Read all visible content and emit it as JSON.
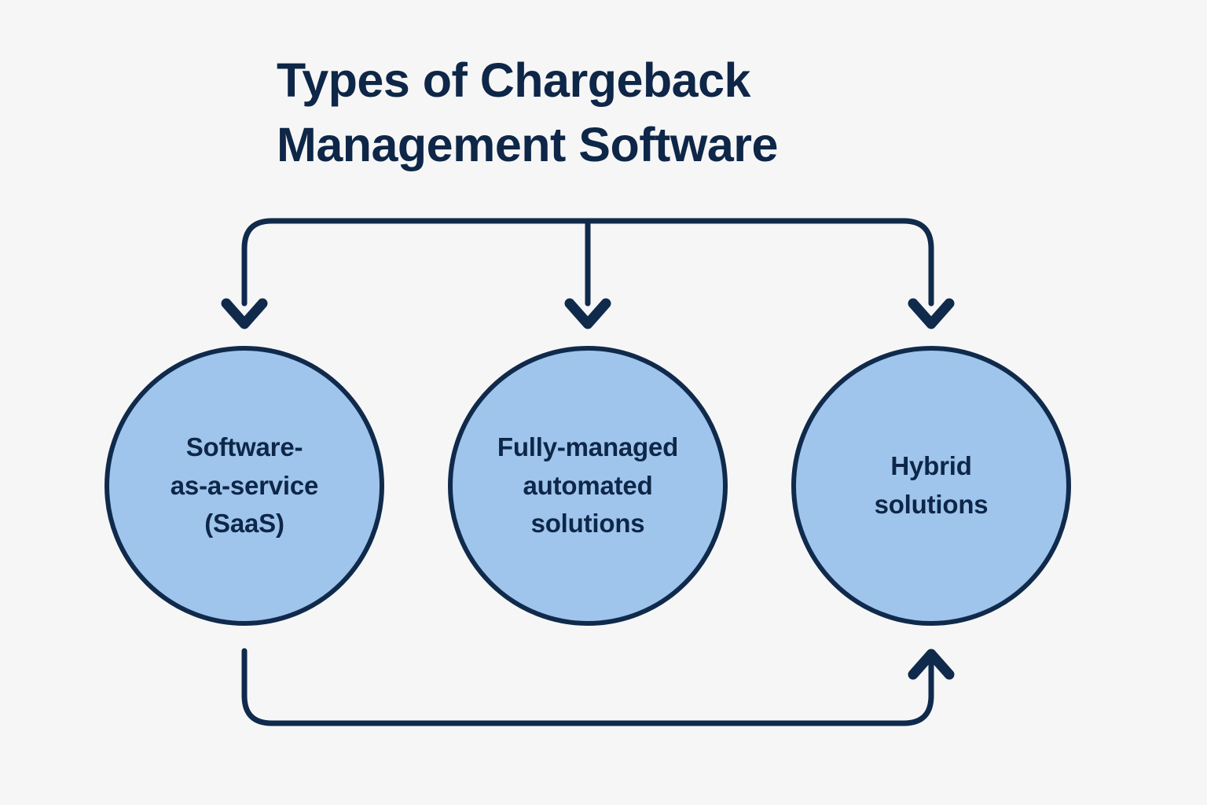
{
  "diagram": {
    "title": "Types of Chargeback\nManagement Software",
    "background_color": "#f6f6f6",
    "accent_color": "#0e2647",
    "node_fill_color": "#9fc5ec",
    "node_stroke_color": "#102a4c",
    "nodes": [
      {
        "id": "saas",
        "label": "Software-\nas-a-service\n(SaaS)"
      },
      {
        "id": "fully-managed",
        "label": "Fully-managed\nautomated\nsolutions"
      },
      {
        "id": "hybrid",
        "label": "Hybrid\nsolutions"
      }
    ],
    "connectors": [
      {
        "id": "top-bracket",
        "kind": "fan-out-arrows",
        "arrow_count": 3,
        "direction": "down"
      },
      {
        "id": "bottom-loop",
        "kind": "loop-arrow",
        "arrow_count": 1,
        "direction": "up",
        "from": "saas",
        "to": "hybrid"
      }
    ]
  }
}
